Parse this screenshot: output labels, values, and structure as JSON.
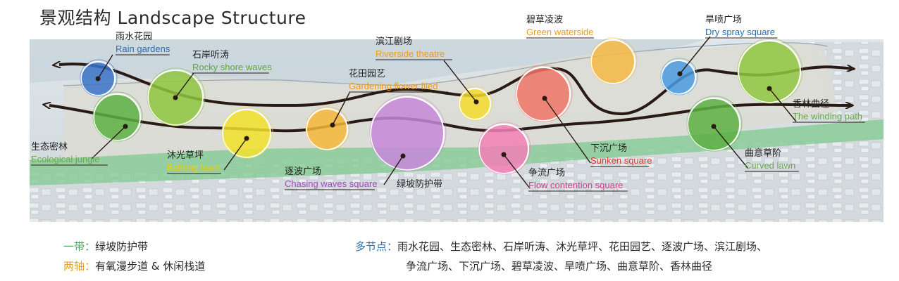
{
  "title": "景观结构   Landscape Structure",
  "colors": {
    "belt": "#4aa35a",
    "axis": "#e8a21e",
    "nodes": "#2c6fb0",
    "path": "#3a1a14"
  },
  "nodes": [
    {
      "id": "rain-gardens",
      "cn": "雨水花园",
      "en": "Rain gardens",
      "color": "#3b73c9",
      "label_color": "#2c6fb0"
    },
    {
      "id": "rocky-shore-waves",
      "cn": "石岸听涛",
      "en": "Rocky shore waves",
      "color": "#8fc540",
      "label_color": "#5fa63a"
    },
    {
      "id": "ecological-jungle",
      "cn": "生态密林",
      "en": "Ecological jungle",
      "color": "#5cb043",
      "label_color": "#6aa84f"
    },
    {
      "id": "bathing-lawn",
      "cn": "沐光草坪",
      "en": "Bathing lawn",
      "color": "#f2e22a",
      "label_color": "#e6cf12"
    },
    {
      "id": "gardening-flower-filed",
      "cn": "花田园艺",
      "en": "Gardening flower filed",
      "color": "#f5b73a",
      "label_color": "#ef9b1a"
    },
    {
      "id": "chasing-waves-square",
      "cn": "逐波广场",
      "en": "Chasing waves square",
      "color": "#c787d9",
      "label_color": "#a04cc0"
    },
    {
      "id": "green-slope-belt",
      "cn": "绿坡防护带",
      "en": "",
      "color": "#c787d9",
      "label_color": "#333333"
    },
    {
      "id": "riverside-theatre",
      "cn": "滨江剧场",
      "en": "Riverside theatre",
      "color": "#f4dc2b",
      "label_color": "#ef9b1a"
    },
    {
      "id": "flow-contention-square",
      "cn": "争流广场",
      "en": "Flow contention square",
      "color": "#f27fb6",
      "label_color": "#d63a86"
    },
    {
      "id": "green-waterside",
      "cn": "碧草凌波",
      "en": "Green waterside",
      "color": "#f5b843",
      "label_color": "#ef9b1a"
    },
    {
      "id": "sunken-square",
      "cn": "下沉广场",
      "en": "Sunken square",
      "color": "#ef7566",
      "label_color": "#d83a2a"
    },
    {
      "id": "dry-spray-square",
      "cn": "旱喷广场",
      "en": "Dry spray square",
      "color": "#4a9be0",
      "label_color": "#2c6fb0"
    },
    {
      "id": "winding-path",
      "cn": "香林曲径",
      "en": "The winding path",
      "color": "#90c740",
      "label_color": "#6aa84f"
    },
    {
      "id": "curved-lawn",
      "cn": "曲意草阶",
      "en": "Curved  lawn",
      "color": "#5cb043",
      "label_color": "#6aa84f"
    }
  ],
  "legend": {
    "belt": {
      "key": "一带：",
      "text": "绿坡防护带"
    },
    "axes": {
      "key": "两轴：",
      "text": "有氧漫步道 & 休闲栈道"
    },
    "nodes": {
      "key": "多节点：",
      "line1": "雨水花园、生态密林、石岸听涛、沐光草坪、花田园艺、逐波广场、滨江剧场、",
      "line2": "争流广场、下沉广场、碧草凌波、旱喷广场、曲意草阶、香林曲径"
    }
  }
}
